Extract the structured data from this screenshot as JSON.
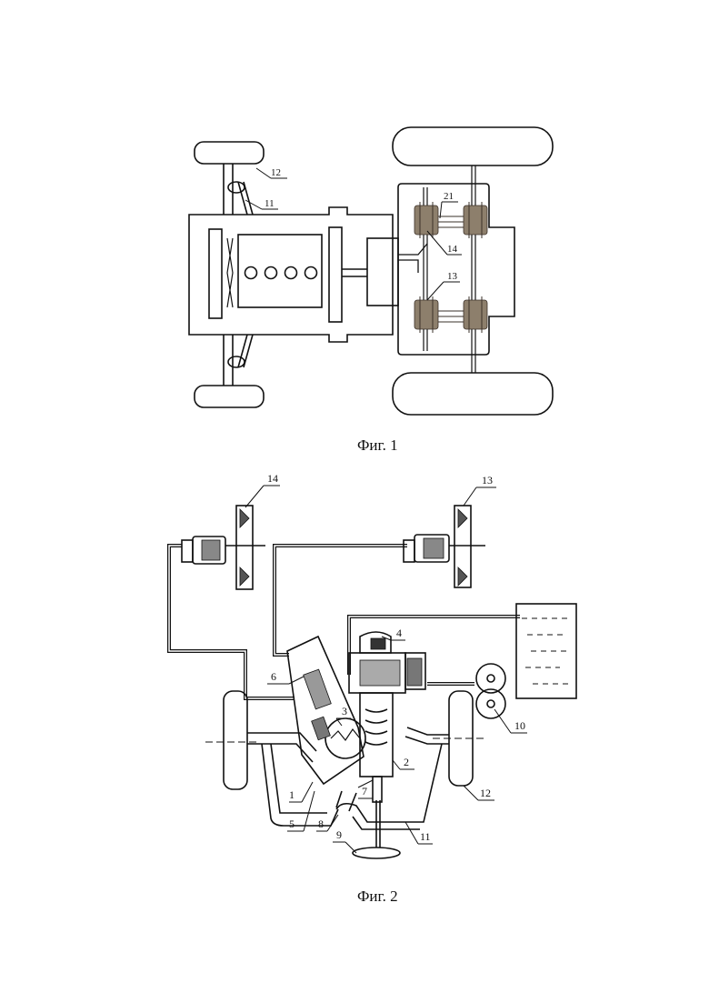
{
  "figure1": {
    "caption": "Фиг. 1",
    "labels": {
      "l12": "12",
      "l11": "11",
      "l21": "21",
      "l14": "14",
      "l13": "13"
    }
  },
  "figure2": {
    "caption": "Фиг. 2",
    "labels": {
      "l14": "14",
      "l13": "13",
      "l4": "4",
      "l6": "6",
      "l3": "3",
      "l10": "10",
      "l2": "2",
      "l7": "7",
      "l1": "1",
      "l12": "12",
      "l5": "5",
      "l8": "8",
      "l11": "11",
      "l9": "9"
    }
  }
}
